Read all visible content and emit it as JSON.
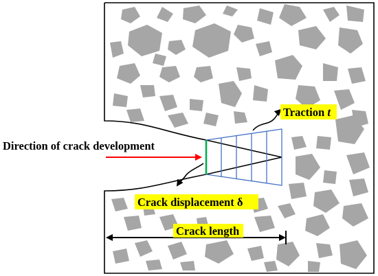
{
  "labels": {
    "direction": "Direction of crack development",
    "traction": "Traction",
    "traction_symbol": "t",
    "crack_displacement": "Crack displacement δ",
    "crack_length": "Crack length"
  },
  "colors": {
    "aggregate": "#a6a6a6",
    "background": "#ffffff",
    "outline": "#000000",
    "arrow": "#ff0000",
    "traction_lines": "#4472c4",
    "opening_line": "#00b050",
    "label_highlight": "#ffff00"
  }
}
